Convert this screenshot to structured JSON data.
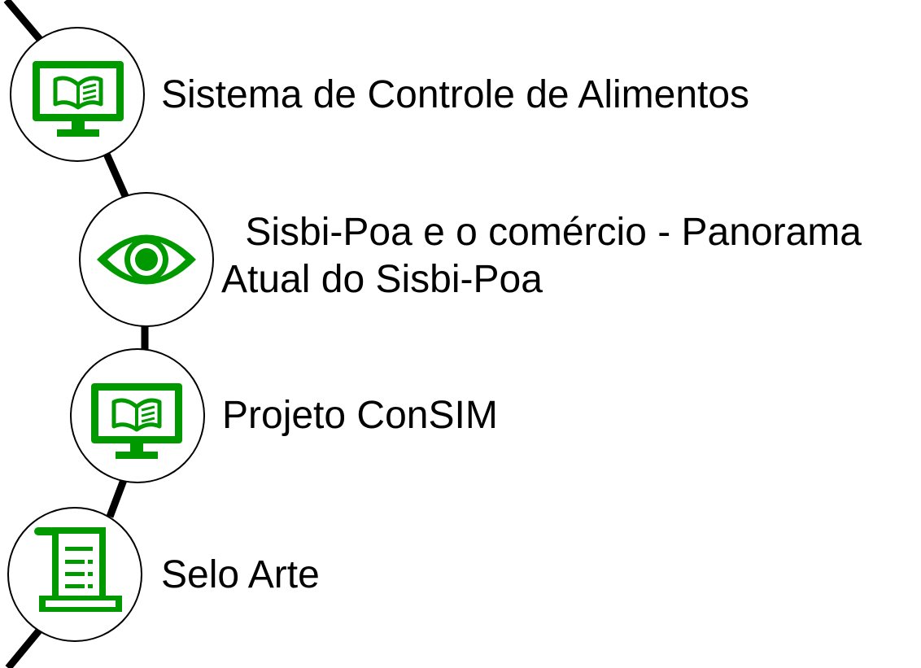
{
  "accent_color": "#009900",
  "items": [
    {
      "icon": "monitor-book-icon",
      "label": "Sistema de Controle de Alimentos"
    },
    {
      "icon": "eye-icon",
      "label_line1": " Sisbi-Poa e o comércio - Panorama",
      "label_line2": "Atual do Sisbi-Poa"
    },
    {
      "icon": "monitor-book-icon",
      "label": "Projeto ConSIM"
    },
    {
      "icon": "scroll-document-icon",
      "label": "Selo Arte"
    }
  ]
}
